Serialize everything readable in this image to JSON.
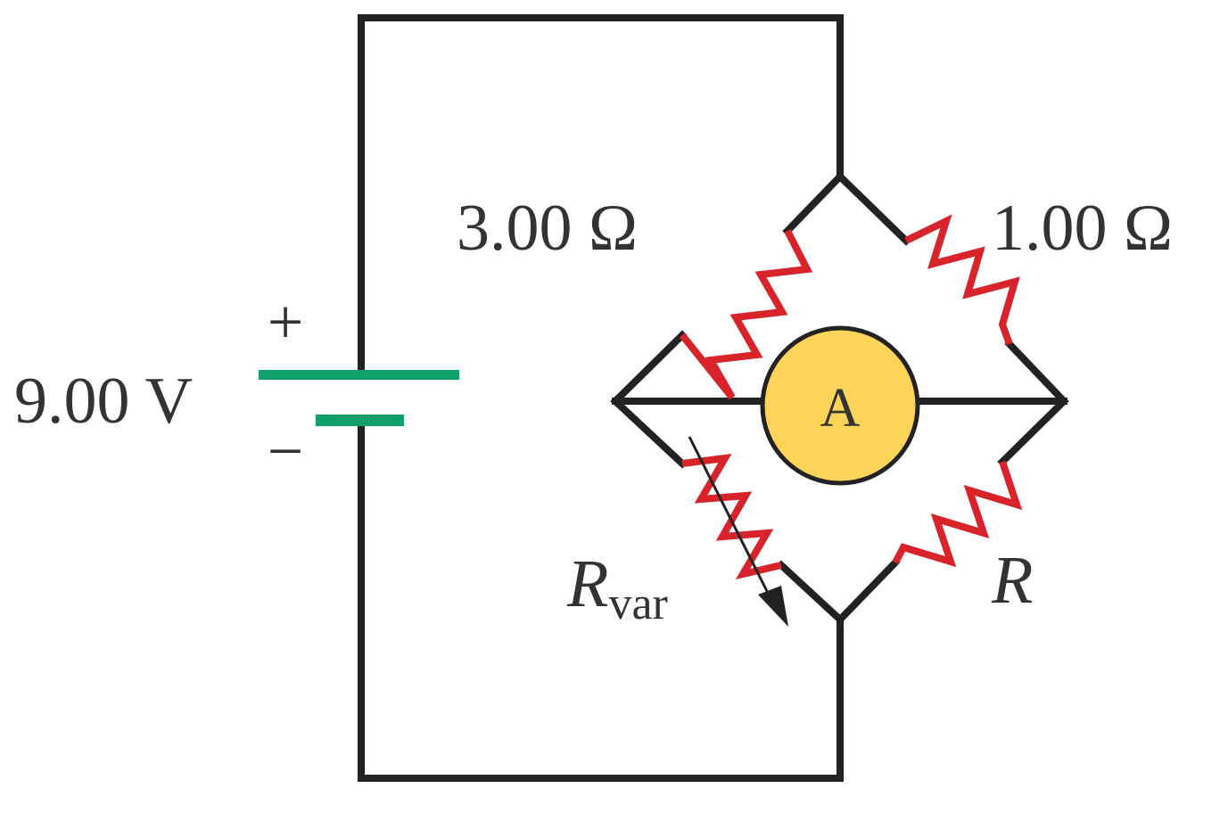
{
  "battery": {
    "voltage_label": "9.00 V",
    "plus_sign": "+",
    "minus_sign": "−"
  },
  "resistors": {
    "top_left_label": "3.00 Ω",
    "top_right_label": "1.00 Ω",
    "bottom_left_label": "R",
    "bottom_left_subscript": "var",
    "bottom_right_label": "R"
  },
  "ammeter": {
    "label": "A"
  },
  "colors": {
    "wire": "#222222",
    "resistor": "#d9232a",
    "battery": "#12a06a",
    "ammeter_fill": "#fdd458",
    "label_text": "#333333"
  }
}
